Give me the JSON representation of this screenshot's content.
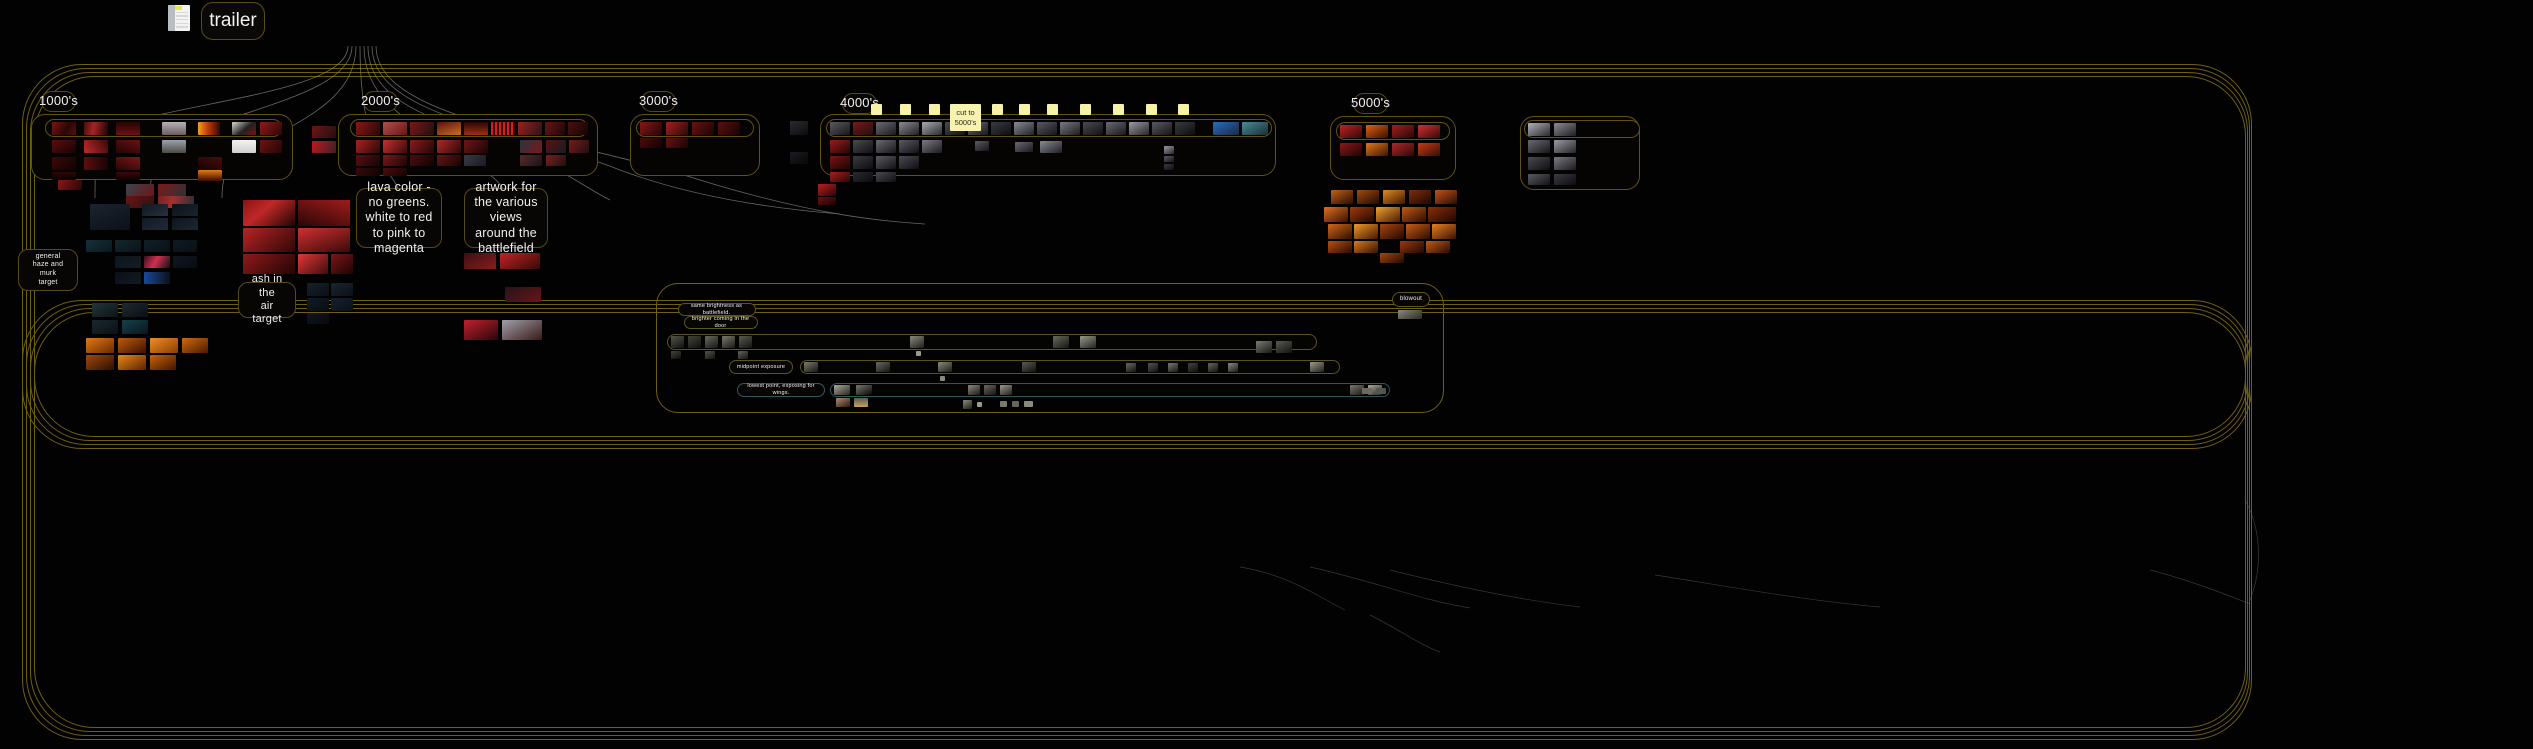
{
  "board": {
    "title": "trailer",
    "doc_icon": "spreadsheet-icon",
    "background_color": "#030202",
    "frame_border_color": "#6e5f15",
    "accent_sticky_color": "#f7f2b0",
    "teal_accent_color": "#2e5b5c"
  },
  "sequence_labels": [
    {
      "id": "seq-1000",
      "label": "1000's"
    },
    {
      "id": "seq-2000",
      "label": "2000's"
    },
    {
      "id": "seq-3000",
      "label": "3000's"
    },
    {
      "id": "seq-4000",
      "label": "4000's"
    },
    {
      "id": "seq-5000",
      "label": "5000's"
    }
  ],
  "notes": [
    {
      "id": "note-lava-color",
      "text": "lava color - no greens. white to red to pink to magenta"
    },
    {
      "id": "note-artwork-views",
      "text": "artwork for the various views around the battlefield"
    },
    {
      "id": "note-general-haze",
      "text": "general\nhaze and murk\ntarget"
    },
    {
      "id": "note-ash-air",
      "text": "ash in the\nair target"
    },
    {
      "id": "note-same-brightness",
      "text": "same brightness as battlefield."
    },
    {
      "id": "note-brighter-door",
      "text": "brighter coming in the door"
    },
    {
      "id": "note-midpoint-exposure",
      "text": "midpoint exposure"
    },
    {
      "id": "note-lowest-point",
      "text": "lowest point, exposing for wings."
    },
    {
      "id": "note-blowout",
      "text": "blowout"
    }
  ],
  "stickies": [
    {
      "id": "sticky-cut-to-5000",
      "text": "cut to\n5000's",
      "color": "#f7f2b0"
    },
    {
      "id": "sticky-marker-1",
      "text": "",
      "color": "#f7f2b0"
    },
    {
      "id": "sticky-marker-2",
      "text": "",
      "color": "#f7f2b0"
    },
    {
      "id": "sticky-marker-3",
      "text": "",
      "color": "#f7f2b0"
    },
    {
      "id": "sticky-marker-4",
      "text": "",
      "color": "#f7f2b0"
    },
    {
      "id": "sticky-marker-5",
      "text": "",
      "color": "#f7f2b0"
    },
    {
      "id": "sticky-marker-6",
      "text": "",
      "color": "#f7f2b0"
    },
    {
      "id": "sticky-marker-7",
      "text": "",
      "color": "#f7f2b0"
    },
    {
      "id": "sticky-marker-8",
      "text": "",
      "color": "#f7f2b0"
    },
    {
      "id": "sticky-marker-9",
      "text": "",
      "color": "#f7f2b0"
    },
    {
      "id": "sticky-marker-10",
      "text": "",
      "color": "#f7f2b0"
    },
    {
      "id": "sticky-marker-11",
      "text": "",
      "color": "#f7f2b0"
    }
  ]
}
